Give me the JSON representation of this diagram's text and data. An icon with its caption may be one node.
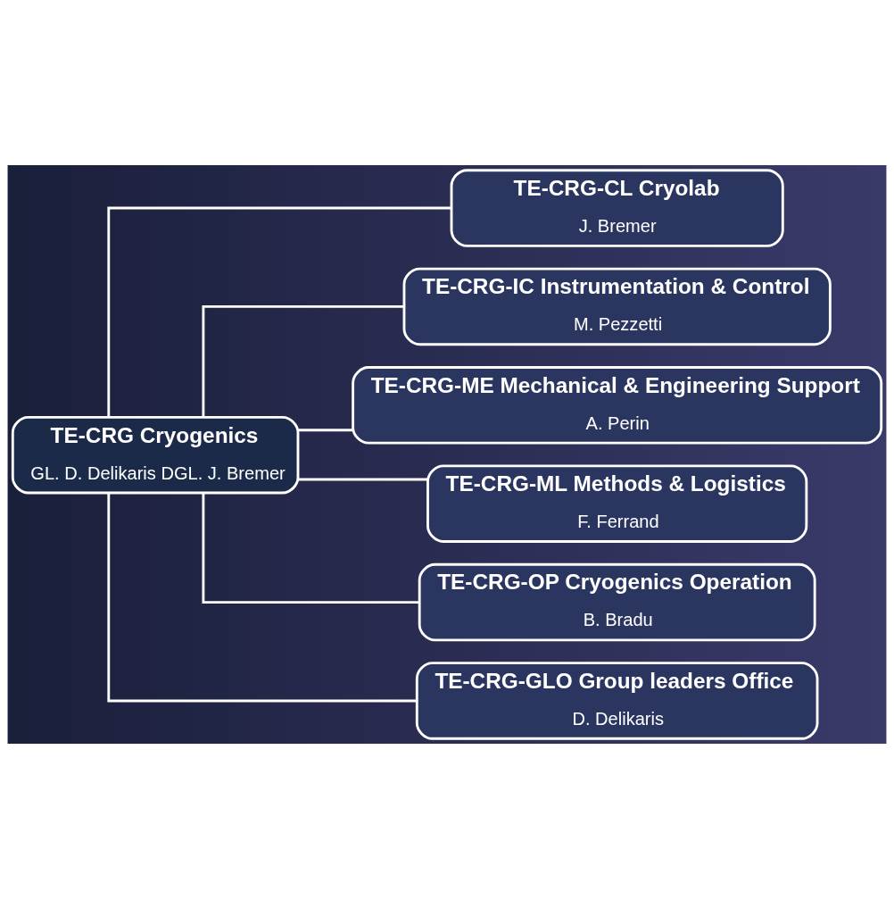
{
  "diagram": {
    "nodes": [
      {
        "text": [
          "TE-CRG Cryogenics",
          "GL. D. Delikaris DGL. J. Bremer"
        ]
      },
      {
        "text": [
          "TE-CRG-CL Cryolab",
          "J. Bremer"
        ]
      },
      {
        "text": [
          "TE-CRG-IC Instrumentation & Control",
          "M. Pezzetti"
        ]
      },
      {
        "text": [
          "TE-CRG-ME Mechanical & Engineering Support",
          "A. Perin"
        ]
      },
      {
        "text": [
          "TE-CRG-ML Methods & Logistics",
          "F. Ferrand"
        ]
      },
      {
        "text": [
          "TE-CRG-OP Cryogenics Operation",
          "B. Bradu"
        ]
      },
      {
        "text": [
          "TE-CRG-GLO Group leaders Office",
          "D. Delikaris"
        ]
      }
    ],
    "edges": [
      {
        "from": 0,
        "to": 1,
        "arrow": "none"
      },
      {
        "from": 0,
        "to": 2,
        "arrow": "none"
      },
      {
        "from": 0,
        "to": 3,
        "arrow": "none"
      },
      {
        "from": 0,
        "to": 4,
        "arrow": "none"
      },
      {
        "from": 0,
        "to": 5,
        "arrow": "none"
      },
      {
        "from": 0,
        "to": 6,
        "arrow": "none"
      }
    ]
  }
}
